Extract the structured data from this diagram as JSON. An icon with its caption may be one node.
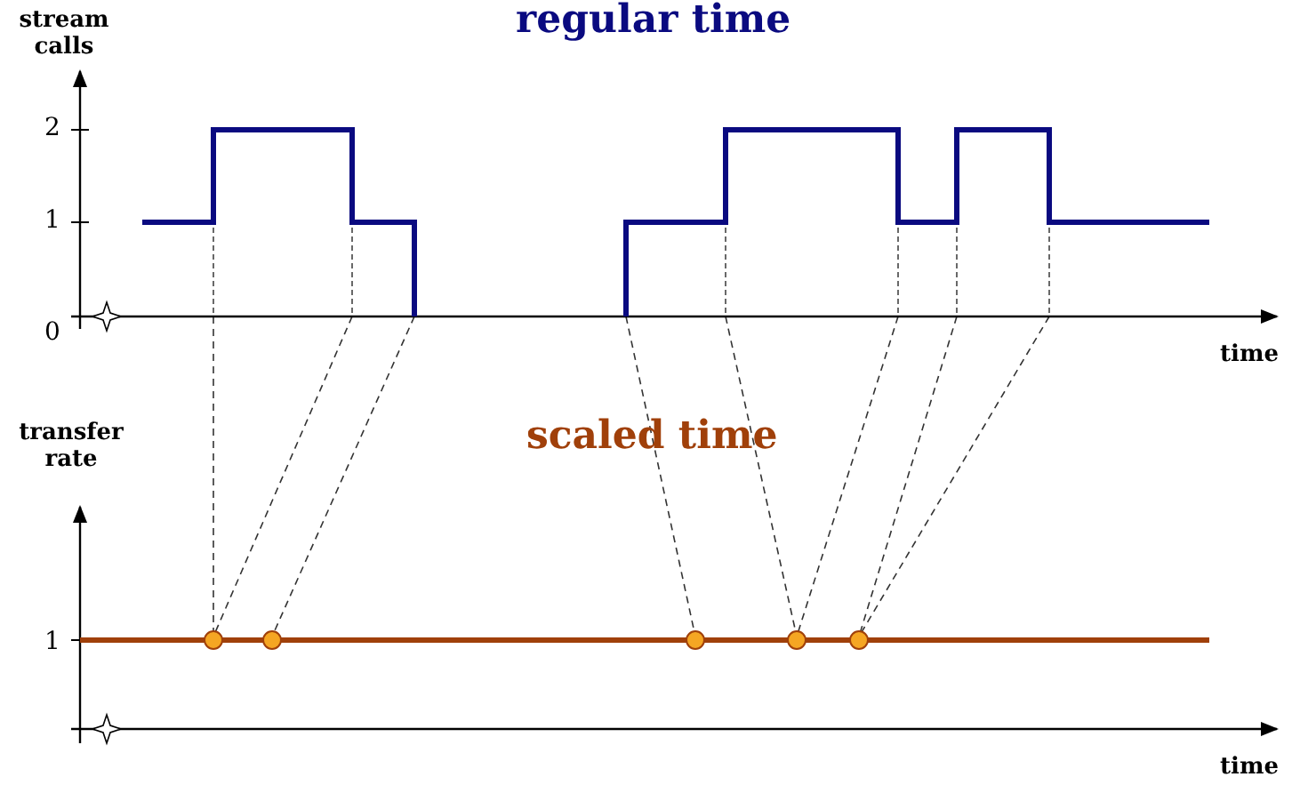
{
  "diagram": {
    "labels": [
      "stream calls",
      "regular time",
      "2",
      "1",
      "0",
      "time",
      "transfer rate",
      "scaled time",
      "1",
      "time"
    ]
  }
}
